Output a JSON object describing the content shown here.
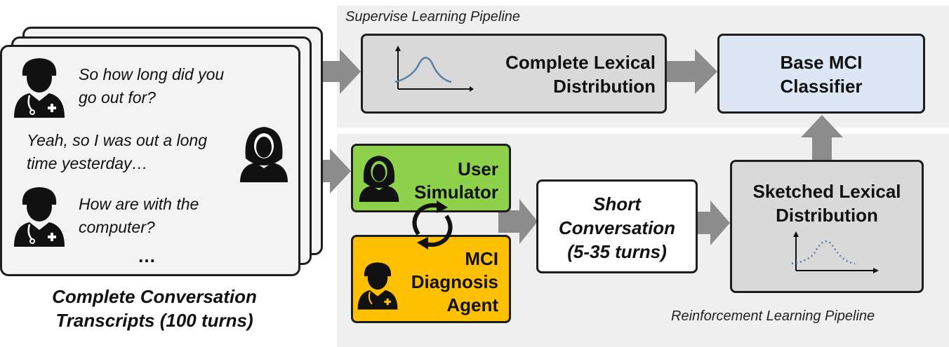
{
  "pipelines": {
    "supervised_label": "Supervise Learning Pipeline",
    "reinforcement_label": "Reinforcement Learning Pipeline"
  },
  "transcripts": {
    "line1": "So how long did you",
    "line2": "go out for?",
    "line3": "Yeah, so I was out a long",
    "line4": "time yesterday…",
    "line5": "How are with the",
    "line6": "computer?",
    "ellipsis": "…",
    "caption_line1": "Complete Conversation",
    "caption_line2": "Transcripts (100 turns)"
  },
  "complete_lexical": {
    "line1": "Complete Lexical",
    "line2": "Distribution"
  },
  "base_classifier": {
    "line1": "Base MCI",
    "line2": "Classifier"
  },
  "user_simulator": {
    "line1": "User",
    "line2": "Simulator"
  },
  "mci_agent": {
    "line1": "MCI",
    "line2": "Diagnosis",
    "line3": "Agent"
  },
  "short_conversation": {
    "line1": "Short",
    "line2": "Conversation",
    "line3": "(5-35 turns)"
  },
  "sketched_lexical": {
    "line1": "Sketched Lexical",
    "line2": "Distribution"
  },
  "colors": {
    "panel": "#efefef",
    "user_simulator": "#8ed14a",
    "mci_agent": "#ffc000",
    "base_classifier": "#dce6f4",
    "arrow": "#8c8c8c",
    "curve": "#5a7fa6"
  },
  "icons": [
    "doctor-icon",
    "patient-icon",
    "cycle-arrows-icon",
    "curve-chart-icon",
    "dotted-curve-chart-icon"
  ]
}
